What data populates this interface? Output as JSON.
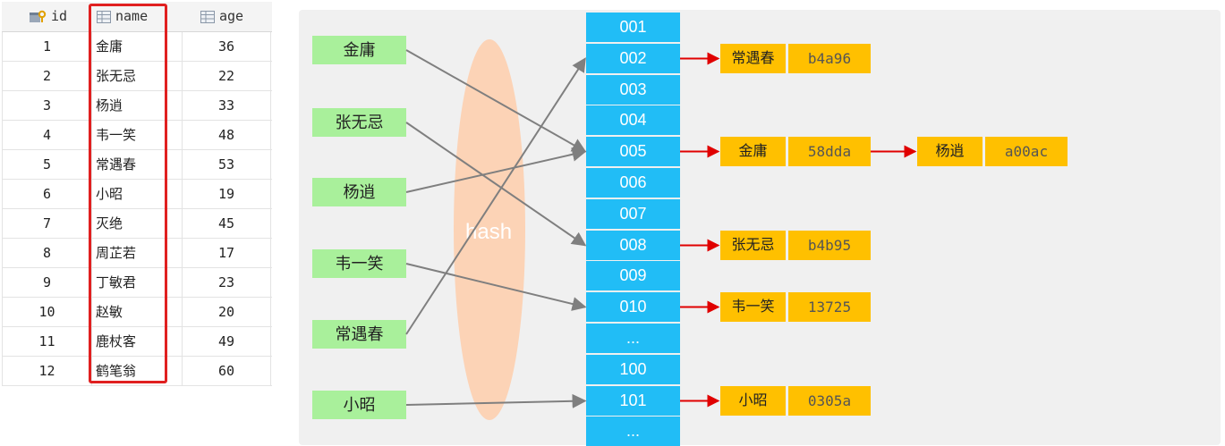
{
  "table": {
    "columns": [
      "id",
      "name",
      "age"
    ],
    "rows": [
      [
        "1",
        "金庸",
        "36"
      ],
      [
        "2",
        "张无忌",
        "22"
      ],
      [
        "3",
        "杨逍",
        "33"
      ],
      [
        "4",
        "韦一笑",
        "48"
      ],
      [
        "5",
        "常遇春",
        "53"
      ],
      [
        "6",
        "小昭",
        "19"
      ],
      [
        "7",
        "灭绝",
        "45"
      ],
      [
        "8",
        "周芷若",
        "17"
      ],
      [
        "9",
        "丁敏君",
        "23"
      ],
      [
        "10",
        "赵敏",
        "20"
      ],
      [
        "11",
        "鹿杖客",
        "49"
      ],
      [
        "12",
        "鹤笔翁",
        "60"
      ]
    ]
  },
  "diagram": {
    "hash_label": "hash",
    "keys": [
      "金庸",
      "张无忌",
      "杨逍",
      "韦一笑",
      "常遇春",
      "小昭"
    ],
    "buckets": [
      "001",
      "002",
      "003",
      "004",
      "005",
      "006",
      "007",
      "008",
      "009",
      "010",
      "...",
      "100",
      "101",
      "..."
    ],
    "entries": [
      {
        "bucket": "002",
        "name": "常遇春",
        "hash": "b4a96"
      },
      {
        "bucket": "005",
        "name": "金庸",
        "hash": "58dda"
      },
      {
        "bucket": "005",
        "name": "杨逍",
        "hash": "a00ac"
      },
      {
        "bucket": "008",
        "name": "张无忌",
        "hash": "b4b95"
      },
      {
        "bucket": "010",
        "name": "韦一笑",
        "hash": "13725"
      },
      {
        "bucket": "101",
        "name": "小昭",
        "hash": "0305a"
      }
    ],
    "colors": {
      "key_fill": "#a9f09b",
      "bucket_fill": "#21bdf6",
      "entry_fill": "#ffc000",
      "hash_fill": "#fcd3b6",
      "arrow_gray": "#7f7f7f",
      "arrow_red": "#e00000",
      "highlight": "#e02020"
    }
  }
}
